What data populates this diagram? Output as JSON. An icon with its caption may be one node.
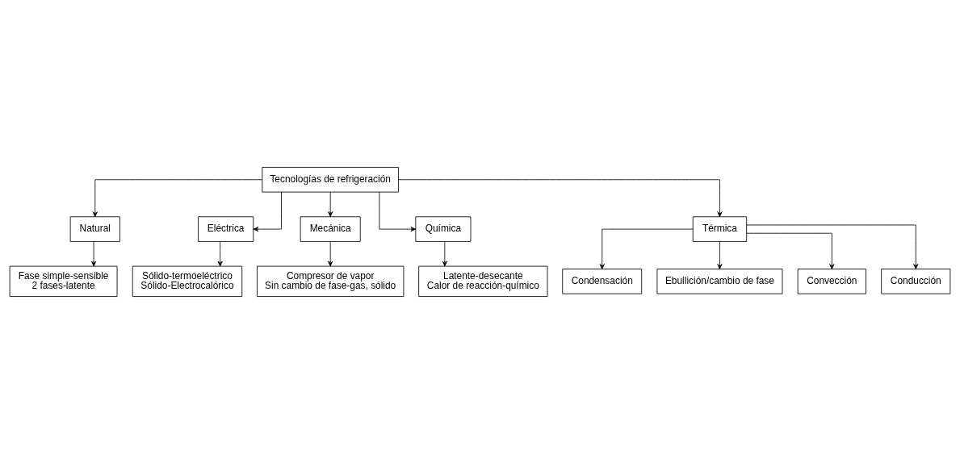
{
  "diagram": {
    "nodes": [
      {
        "text": [
          "Tecnologías de refrigeración"
        ]
      },
      {
        "text": [
          "Natural"
        ]
      },
      {
        "text": [
          "Eléctrica"
        ]
      },
      {
        "text": [
          "Mecánica"
        ]
      },
      {
        "text": [
          "Química"
        ]
      },
      {
        "text": [
          "Térmica"
        ]
      },
      {
        "text": [
          "Fase simple-sensible",
          "2 fases-latente"
        ]
      },
      {
        "text": [
          "Sólido-termoeléctrico",
          "Sólido-Electrocalórico"
        ]
      },
      {
        "text": [
          "Compresor de vapor",
          "Sin cambio de fase-gas, sólido"
        ]
      },
      {
        "text": [
          "Latente-desecante",
          "Calor de reacción-químico"
        ]
      },
      {
        "text": [
          "Condensación"
        ]
      },
      {
        "text": [
          "Ebullición/cambio de fase"
        ]
      },
      {
        "text": [
          "Convección"
        ]
      },
      {
        "text": [
          "Conducción"
        ]
      }
    ],
    "edges": [
      {
        "from": 0,
        "to": 1,
        "arrow": "to"
      },
      {
        "from": 0,
        "to": 2,
        "arrow": "to"
      },
      {
        "from": 0,
        "to": 3,
        "arrow": "to"
      },
      {
        "from": 0,
        "to": 4,
        "arrow": "to"
      },
      {
        "from": 0,
        "to": 5,
        "arrow": "to"
      },
      {
        "from": 1,
        "to": 6,
        "arrow": "to"
      },
      {
        "from": 2,
        "to": 7,
        "arrow": "to"
      },
      {
        "from": 3,
        "to": 8,
        "arrow": "to"
      },
      {
        "from": 4,
        "to": 9,
        "arrow": "to"
      },
      {
        "from": 5,
        "to": 10,
        "arrow": "to"
      },
      {
        "from": 5,
        "to": 11,
        "arrow": "to"
      },
      {
        "from": 5,
        "to": 12,
        "arrow": "to"
      },
      {
        "from": 5,
        "to": 13,
        "arrow": "to"
      }
    ]
  }
}
